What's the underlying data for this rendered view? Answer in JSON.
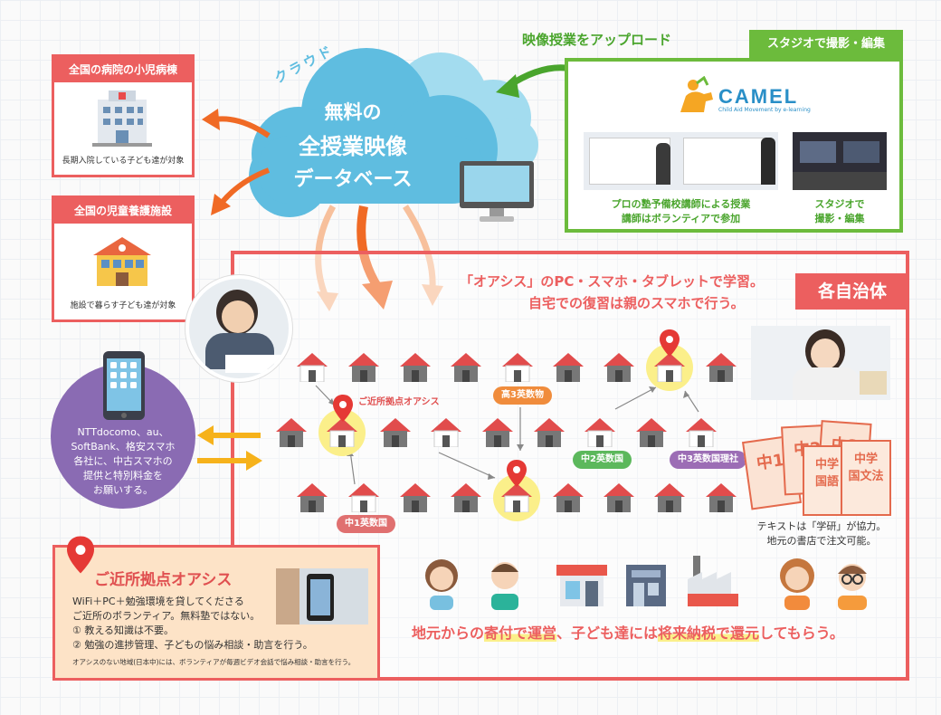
{
  "cloud": {
    "arc_label": "クラウド",
    "line1": "無料の",
    "line2": "全授業映像",
    "line3": "データベース"
  },
  "upload_label": "映像授業をアップロード",
  "studio": {
    "header": "スタジオで撮影・編集",
    "logo_text": "CAMEL",
    "logo_sub": "Child Aid Movement by e-learning",
    "caption_left_1": "プロの塾予備校講師による授業",
    "caption_left_2": "講師はボランティアで参加",
    "caption_right_1": "スタジオで",
    "caption_right_2": "撮影・編集"
  },
  "hospital": {
    "header": "全国の病院の小児病棟",
    "caption": "長期入院している子ども達が対象"
  },
  "facility": {
    "header": "全国の児童養護施設",
    "caption": "施設で暮らす子ども達が対象"
  },
  "municipality": {
    "badge": "各自治体",
    "study_line1": "「オアシス」のPC・スマホ・タブレットで学習。",
    "study_line2": "自宅での復習は親のスマホで行う。",
    "oasis_label": "ご近所拠点オアシス",
    "tags": [
      "高3英数物",
      "中2英数国",
      "中3英数国理社",
      "中1英数国"
    ],
    "textbook_line1": "テキストは「学研」が協力。",
    "textbook_line2": "地元の書店で注文可能。",
    "bottom_pre": "地元からの",
    "bottom_hl1": "寄付で運営",
    "bottom_mid": "、子ども達には",
    "bottom_hl2": "将来納税で還元",
    "bottom_post": "してもらう。"
  },
  "phone": {
    "line1": "NTTdocomo、au、",
    "line2": "SoftBank、格安スマホ",
    "line3": "各社に、中古スマホの",
    "line4": "提供と特別料金を",
    "line5": "お願いする。"
  },
  "oasis_box": {
    "title": "ご近所拠点オアシス",
    "line1": "WiFi＋PC＋勉強環境を貸してくださる",
    "line2": "ご近所のボランティア。無料塾ではない。",
    "line3": "①  教える知識は不要。",
    "line4": "②  勉強の進捗管理、子どもの悩み相談・助言を行う。",
    "note": "オアシスのない地域(日本中)には、ボランティアが毎週ビデオ会話で悩み相談・助言を行う。"
  },
  "colors": {
    "cloud": "#5fbde0",
    "green": "#6cbb3c",
    "salmon": "#ec5f5f",
    "orange": "#f06a25",
    "purple": "#8a6bb3",
    "yellow_pin": "#fbef8a",
    "tag_red": "#e07070",
    "tag_purple": "#9c6db5",
    "tag_green": "#5cb85c",
    "tag_orange": "#f08c3c"
  }
}
